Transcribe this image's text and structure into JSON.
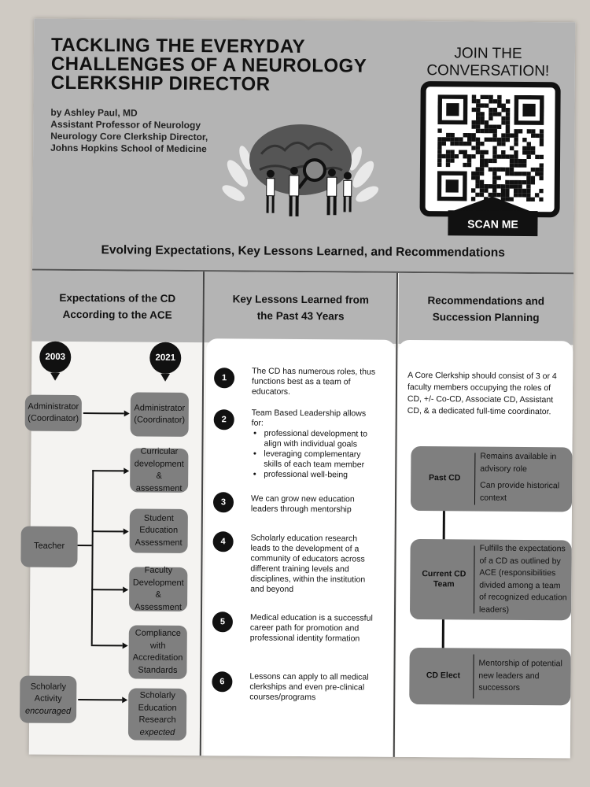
{
  "header": {
    "title_lines": [
      "Tackling the Everyday",
      "Challenges of a Neurology",
      "Clerkship Director"
    ],
    "author": "by Ashley Paul, MD",
    "affiliation_lines": [
      "Assistant Professor of Neurology",
      "Neurology Core Clerkship Director,",
      "Johns Hopkins School of Medicine"
    ],
    "join_lines": [
      "JOIN THE",
      "CONVERSATION!"
    ],
    "scan_label": "SCAN ME",
    "subtitle": "Evolving Expectations, Key Lessons Learned, and Recommendations"
  },
  "columns": {
    "col1_header": [
      "Expectations of the CD",
      "According to the ACE"
    ],
    "col2_header": [
      "Key Lessons Learned from",
      "the Past 43 Years"
    ],
    "col3_header": [
      "Recommendations and",
      "Succession Planning"
    ]
  },
  "expectations": {
    "year_left": "2003",
    "year_right": "2021",
    "left_boxes": [
      {
        "label": "Administrator (Coordinator)"
      },
      {
        "label": "Teacher"
      },
      {
        "label": "Scholarly Activity",
        "italic": "encouraged"
      }
    ],
    "right_boxes": [
      {
        "label": "Administrator (Coordinator)"
      },
      {
        "label": "Curricular development & assessment"
      },
      {
        "label": "Student Education Assessment"
      },
      {
        "label": "Faculty Development & Assessment"
      },
      {
        "label": "Compliance with Accreditation Standards"
      },
      {
        "label": "Scholarly Education Research",
        "italic": "expected"
      }
    ]
  },
  "lessons": [
    {
      "n": "1",
      "text": "The CD has numerous roles, thus functions best as a team of educators."
    },
    {
      "n": "2",
      "text": "Team Based Leadership allows for:",
      "bullets": [
        "professional development to align with individual goals",
        "leveraging complementary skills of each team member",
        "professional well-being"
      ]
    },
    {
      "n": "3",
      "text": "We can grow new education leaders through mentorship"
    },
    {
      "n": "4",
      "text": "Scholarly education research leads to the development of a community of educators across different training levels and disciplines, within the institution and beyond"
    },
    {
      "n": "5",
      "text": "Medical education is a successful career path for promotion and professional identity formation"
    },
    {
      "n": "6",
      "text": "Lessons can apply to all medical clerkships and even pre-clinical courses/programs"
    }
  ],
  "recommendations": {
    "intro": "A Core Clerkship should consist of 3 or 4 faculty members occupying the roles of CD, +/- Co-CD, Associate CD, Assistant CD, & a dedicated full-time coordinator.",
    "boxes": [
      {
        "label": "Past CD",
        "lines": [
          "Remains available in advisory role",
          "Can provide historical context"
        ]
      },
      {
        "label": "Current CD Team",
        "lines": [
          "Fulfills the expectations of a CD as outlined by ACE (responsibilities divided among a team of recognized education leaders)"
        ]
      },
      {
        "label": "CD Elect",
        "lines": [
          "Mentorship of potential new leaders and successors"
        ]
      }
    ]
  }
}
